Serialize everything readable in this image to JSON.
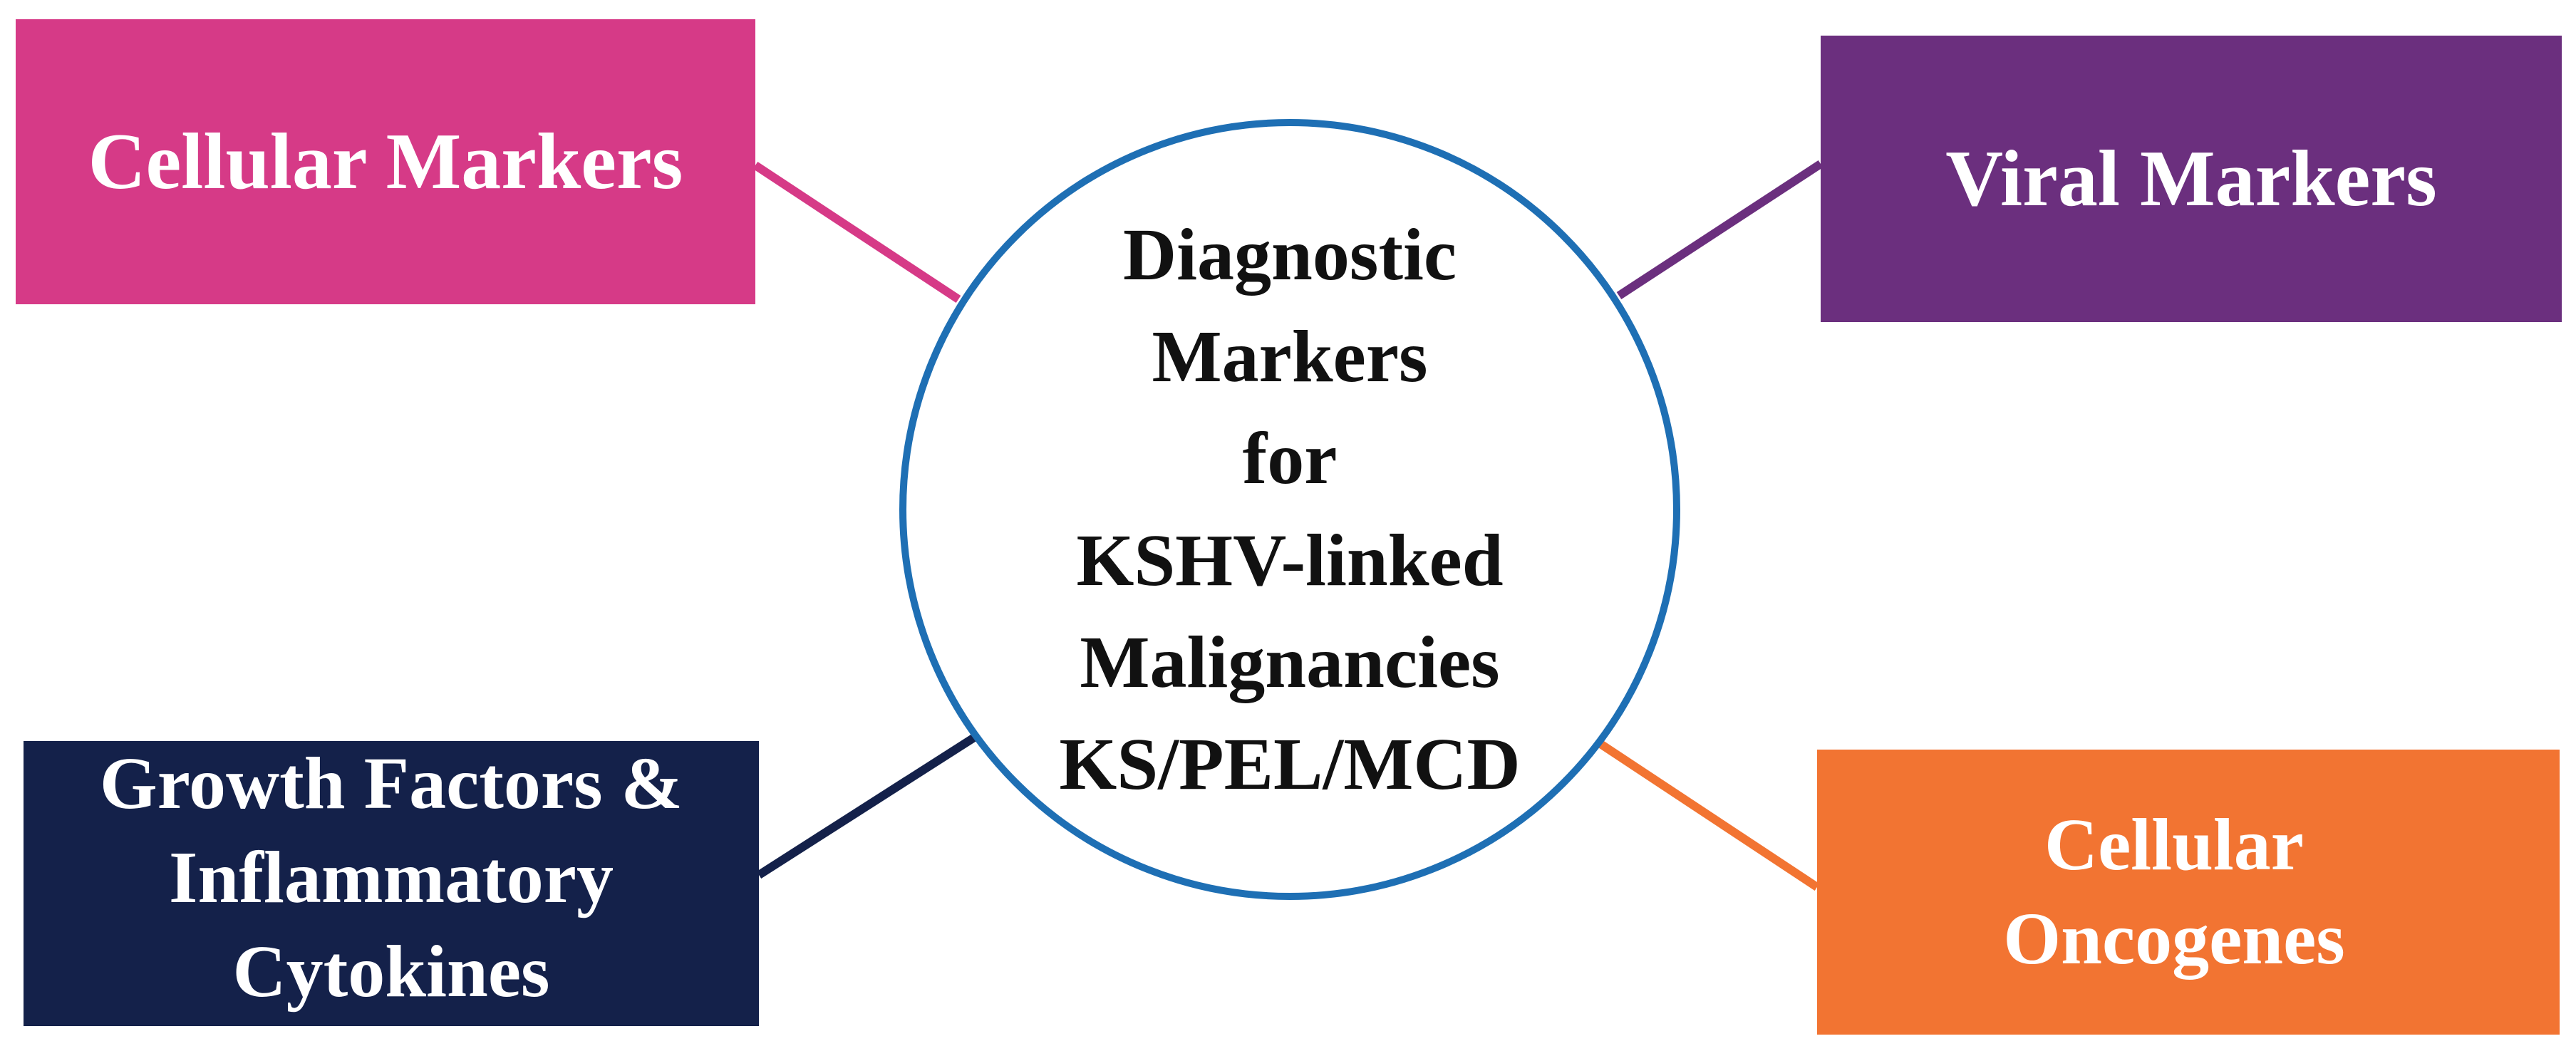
{
  "center": {
    "lines": [
      "Diagnostic",
      "Markers",
      "for",
      "KSHV-linked",
      "Malignancies",
      "KS/PEL/MCD"
    ],
    "border_color": "#1e6fb4"
  },
  "nodes": {
    "cellular_markers": {
      "lines": [
        "Cellular Markers"
      ],
      "color": "#d63a87"
    },
    "viral_markers": {
      "lines": [
        "Viral Markers"
      ],
      "color": "#6b2f7e"
    },
    "growth_factors": {
      "lines": [
        "Growth Factors &",
        "Inflammatory",
        "Cytokines"
      ],
      "color": "#14214a"
    },
    "cellular_oncogenes": {
      "lines": [
        "Cellular",
        "Oncogenes"
      ],
      "color": "#f27432"
    }
  }
}
